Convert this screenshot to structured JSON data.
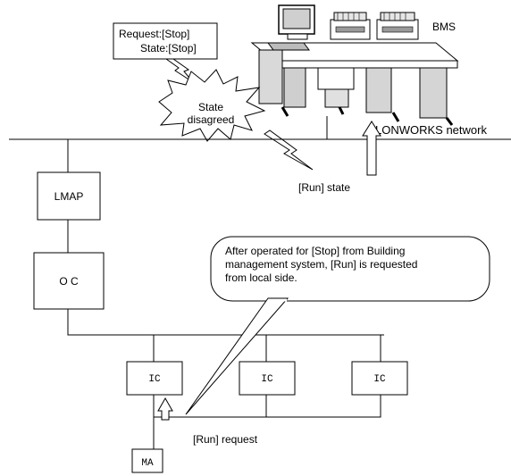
{
  "bms": {
    "label": "BMS"
  },
  "callout_top": {
    "request_line": "Request:[Stop]",
    "state_line": "State:[Stop]"
  },
  "burst": {
    "line1": "State",
    "line2": "disagreed"
  },
  "network": {
    "label": "LONWORKS network"
  },
  "run_state": {
    "label": "[Run] state"
  },
  "lmap": {
    "label": "LMAP"
  },
  "oc": {
    "label": "O C"
  },
  "callout_bottom": {
    "line1": "After operated for [Stop] from Building",
    "line2": "management system, [Run] is requested",
    "line3": "from local side."
  },
  "ic_units": [
    {
      "label": "IC"
    },
    {
      "label": "IC"
    },
    {
      "label": "IC"
    }
  ],
  "run_request": {
    "label": "[Run] request"
  },
  "ma": {
    "label": "MA"
  }
}
